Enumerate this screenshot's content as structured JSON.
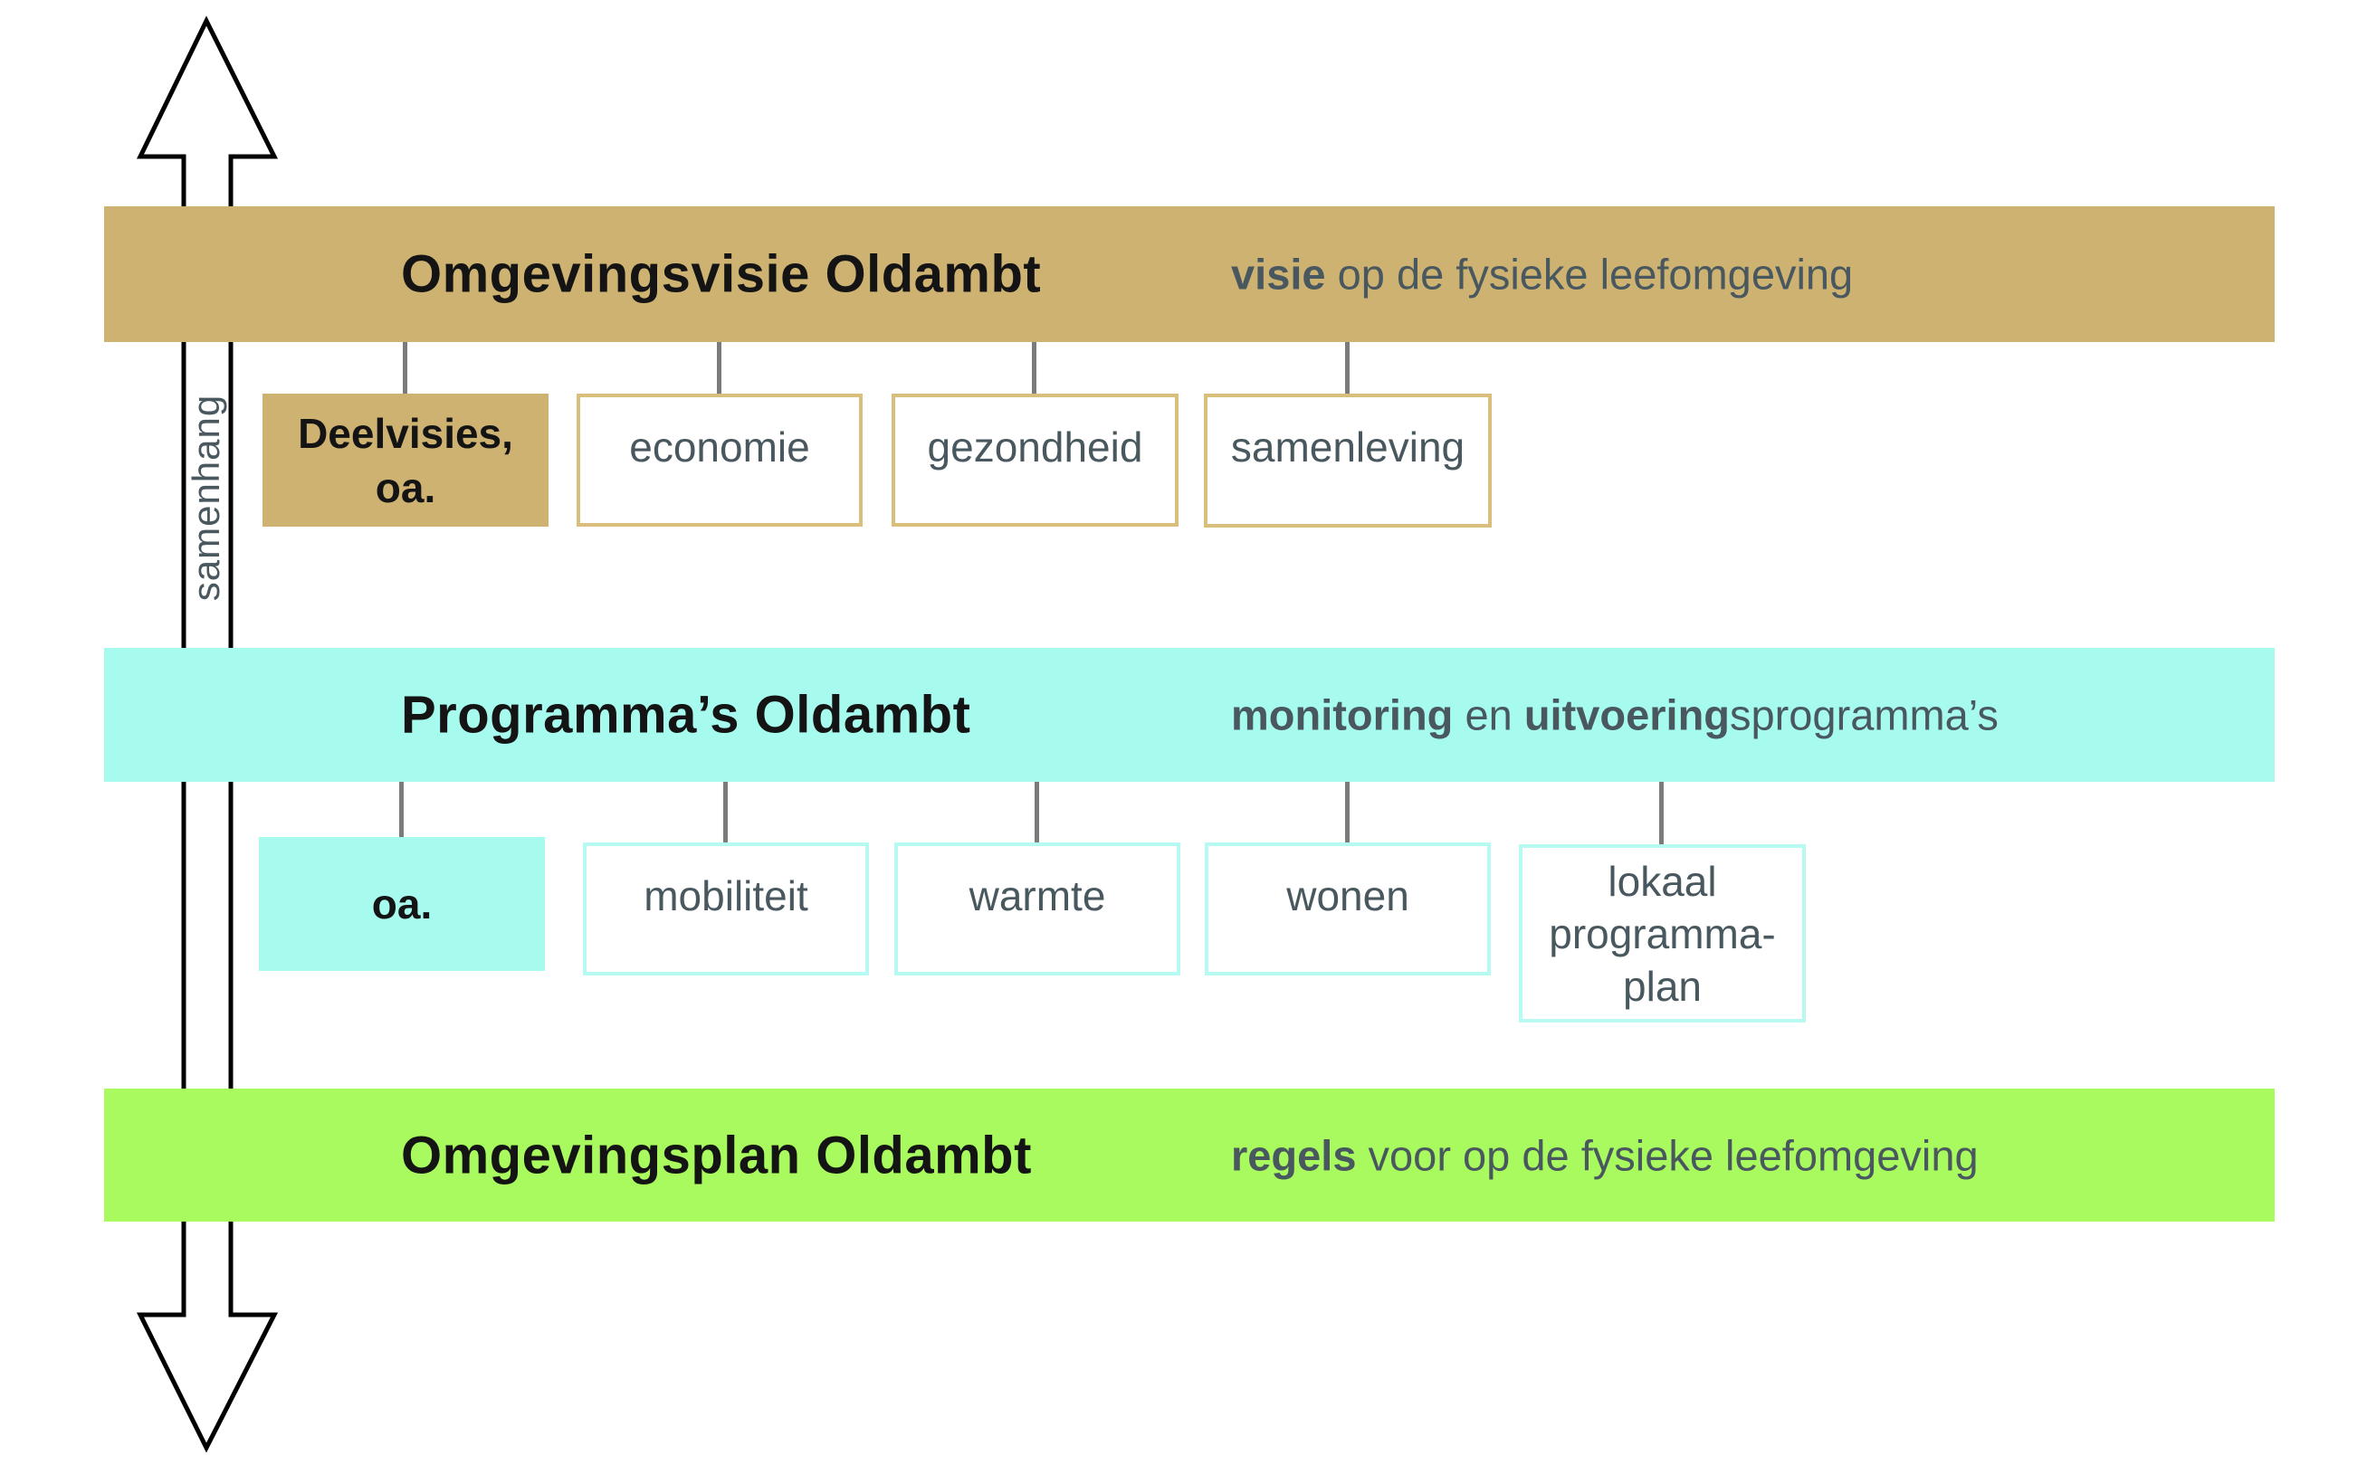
{
  "arrow": {
    "label": "samenhang"
  },
  "colors": {
    "tan": "#CEB272",
    "tan_border": "#D9BF7B",
    "cyan": "#A6FAEE",
    "cyan_border": "#B6FAF1",
    "green": "#A9FA5F",
    "slate_text": "#49585F",
    "title_text": "#141414",
    "connector_gray": "#7B7B7B",
    "arrow_stroke": "#000000"
  },
  "levels": [
    {
      "name": "omgevingsvisie",
      "title": "Omgevingsvisie Oldambt",
      "subtitle": {
        "bold1": "visie",
        "mid": " op de fysieke leefomgeving",
        "bold2": "",
        "rest": ""
      },
      "children": [
        {
          "lines": [
            "Deelvisies,",
            "oa."
          ],
          "filled": true
        },
        {
          "lines": [
            "economie"
          ],
          "filled": false
        },
        {
          "lines": [
            "gezondheid"
          ],
          "filled": false
        },
        {
          "lines": [
            "samenleving"
          ],
          "filled": false
        }
      ]
    },
    {
      "name": "programmas",
      "title": "Programma’s Oldambt",
      "subtitle": {
        "bold1": "monitoring",
        "mid": " en ",
        "bold2": "uitvoering",
        "rest": "sprogramma’s"
      },
      "children": [
        {
          "lines": [
            "oa."
          ],
          "filled": true
        },
        {
          "lines": [
            "mobiliteit"
          ],
          "filled": false
        },
        {
          "lines": [
            "warmte"
          ],
          "filled": false
        },
        {
          "lines": [
            "wonen"
          ],
          "filled": false
        },
        {
          "lines": [
            "lokaal",
            "programma-",
            "plan"
          ],
          "filled": false
        }
      ]
    },
    {
      "name": "omgevingsplan",
      "title": "Omgevingsplan Oldambt",
      "subtitle": {
        "bold1": "regels",
        "mid": " voor op de fysieke leefomgeving",
        "bold2": "",
        "rest": ""
      },
      "children": []
    }
  ]
}
